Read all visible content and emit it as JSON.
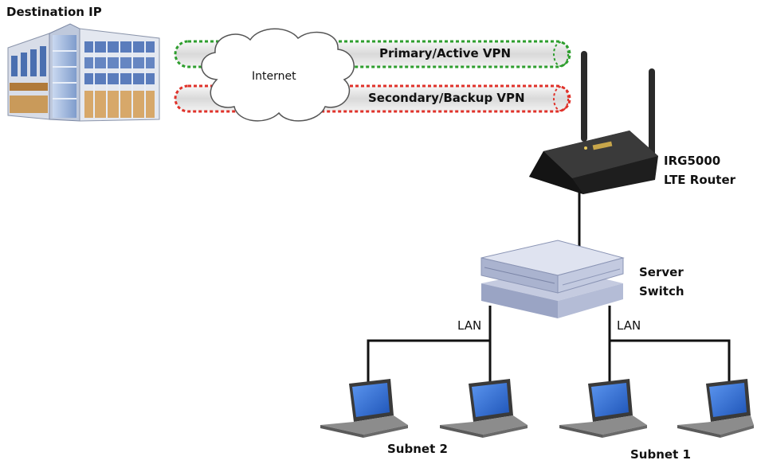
{
  "labels": {
    "destination": "Destination IP",
    "internet": "Internet",
    "primary_vpn": "Primary/Active VPN",
    "backup_vpn": "Secondary/Backup VPN",
    "router_line1": "IRG5000",
    "router_line2": "LTE Router",
    "switch_line1": "Server",
    "switch_line2": "Switch",
    "lan_left": "LAN",
    "lan_right": "LAN",
    "subnet2": "Subnet 2",
    "subnet1": "Subnet 1"
  },
  "colors": {
    "primary_vpn": "#2e9e2e",
    "backup_vpn": "#e0322a",
    "tunnel_fill": "#e6e6e6",
    "link": "#111111",
    "router": "#1e1e1e",
    "switch_top": "#dfe3f0",
    "switch_side": "#9aa4c4",
    "laptop_screen": "#2d6bd6",
    "laptop_body": "#3a3a3a"
  }
}
